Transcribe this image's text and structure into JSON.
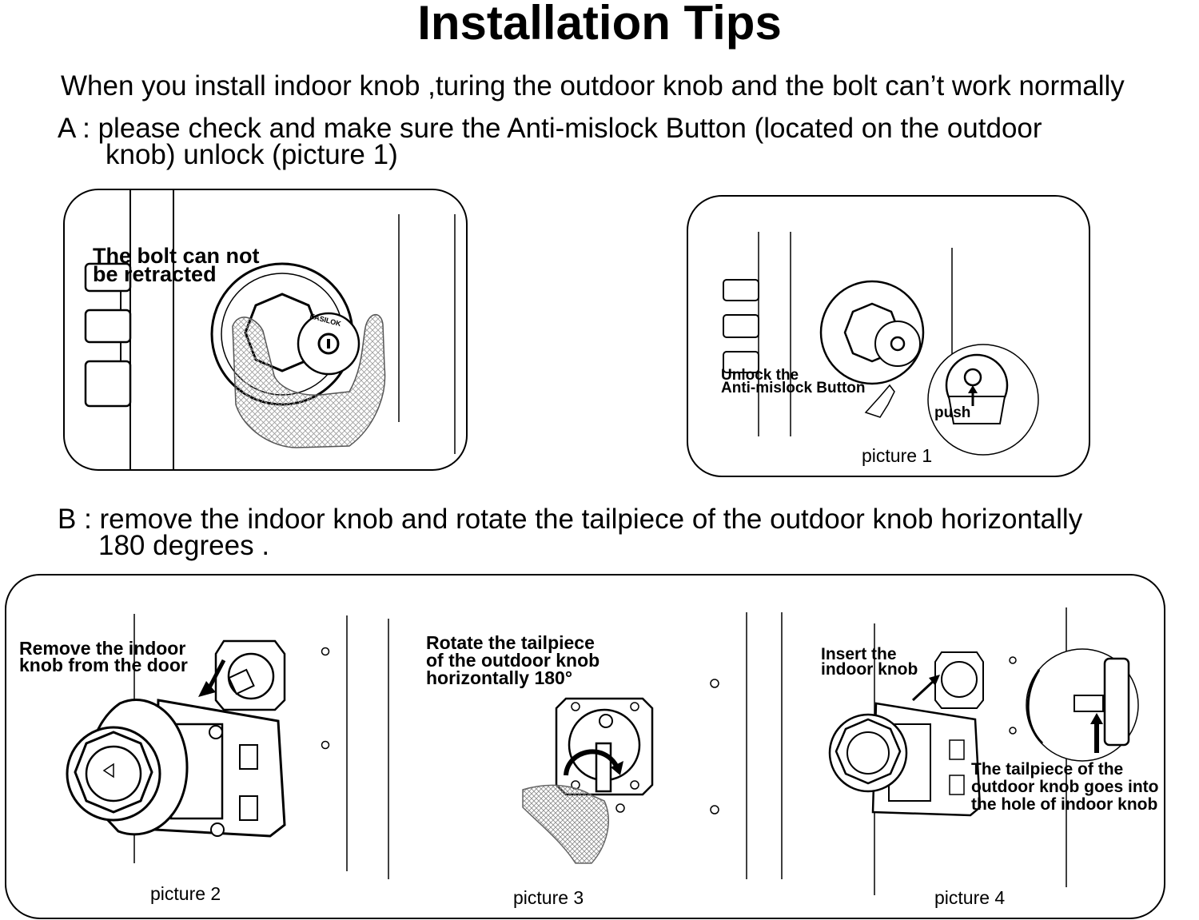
{
  "title": "Installation Tips",
  "intro": "When you install indoor knob ,turing the outdoor knob and the bolt can’t work normally",
  "step_a": {
    "line1": "A : please check and make sure the Anti-mislock Button (located on the outdoor",
    "line2": "knob) unlock (picture 1)"
  },
  "panel_bolt": {
    "label_line1": "The bolt can not",
    "label_line2": "be retracted",
    "knob_brand": "EASILOK"
  },
  "panel_picture1": {
    "label_line1": "Unlock the",
    "label_line2": "Anti-mislock Button",
    "push_label": "push",
    "caption": "picture 1"
  },
  "step_b": {
    "line1": "B : remove the indoor knob and rotate the tailpiece of the outdoor knob horizontally",
    "line2": "180 degrees ."
  },
  "picture2": {
    "label_line1": "Remove the indoor",
    "label_line2": "knob from the door",
    "caption": "picture 2"
  },
  "picture3": {
    "label_line1": "Rotate the tailpiece",
    "label_line2": "of the outdoor knob",
    "label_line3": "horizontally 180°",
    "caption": "picture 3"
  },
  "picture4": {
    "insert_line1": "Insert the",
    "insert_line2": "indoor knob",
    "note_line1": "The tailpiece of the",
    "note_line2": "outdoor knob goes into",
    "note_line3": "the hole of indoor knob",
    "caption": "picture 4"
  },
  "icons": [
    "hand-icon",
    "knob-icon",
    "bolt-icon",
    "arrow-icon",
    "rotate-arrow-icon",
    "magnifier-icon"
  ],
  "colors": {
    "ink": "#000000",
    "background": "#ffffff",
    "hand_mesh": "#9a9a9a"
  }
}
